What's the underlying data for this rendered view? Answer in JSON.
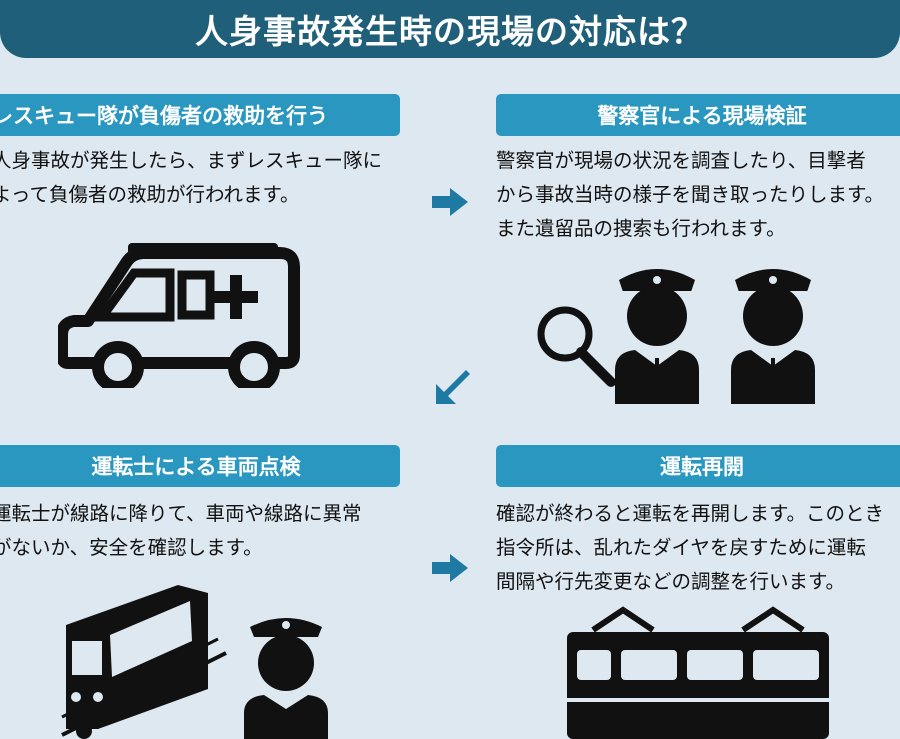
{
  "title": "人身事故発生時の現場の対応は？",
  "colors": {
    "title_bg": "#1f5f7a",
    "step_header_bg": "#2a97c0",
    "arrow": "#1e7aa3",
    "background": "#dde8f0"
  },
  "steps": [
    {
      "header": "レスキュー隊が負傷者の救助を行う",
      "lines": [
        "人身事故が発生したら、まずレスキュー隊に",
        "よって負傷者の救助が行われます。"
      ],
      "icon": "ambulance-icon"
    },
    {
      "header": "警察官による現場検証",
      "lines": [
        "警察官が現場の状況を調査したり、目撃者",
        "から事故当時の様子を聞き取ったりします。",
        "また遺留品の捜索も行われます。"
      ],
      "icon": "police-officers-icon"
    },
    {
      "header": "運転士による車両点検",
      "lines": [
        "運転士が線路に降りて、車両や線路に異常",
        "がないか、安全を確認します。"
      ],
      "icon": "train-driver-icon"
    },
    {
      "header": "運転再開",
      "lines": [
        "確認が終わると運転を再開します。このとき",
        "指令所は、乱れたダイヤを戻すために運転",
        "間隔や行先変更などの調整を行います。"
      ],
      "icon": "train-icon"
    }
  ]
}
